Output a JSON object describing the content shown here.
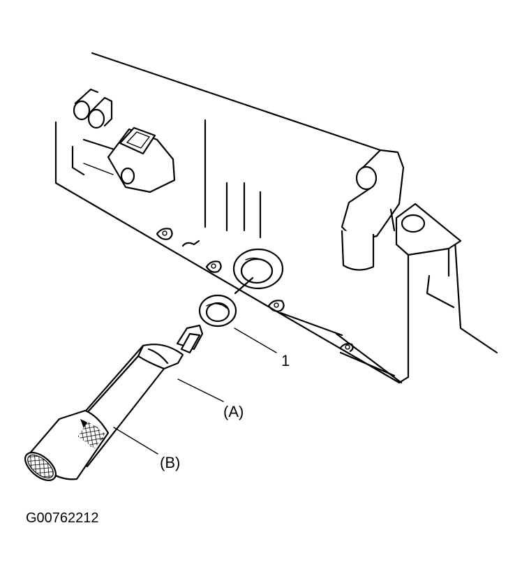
{
  "callouts": {
    "seal": "1",
    "tool_a": "(A)",
    "tool_b": "(B)"
  },
  "figure_id": "G00762212"
}
